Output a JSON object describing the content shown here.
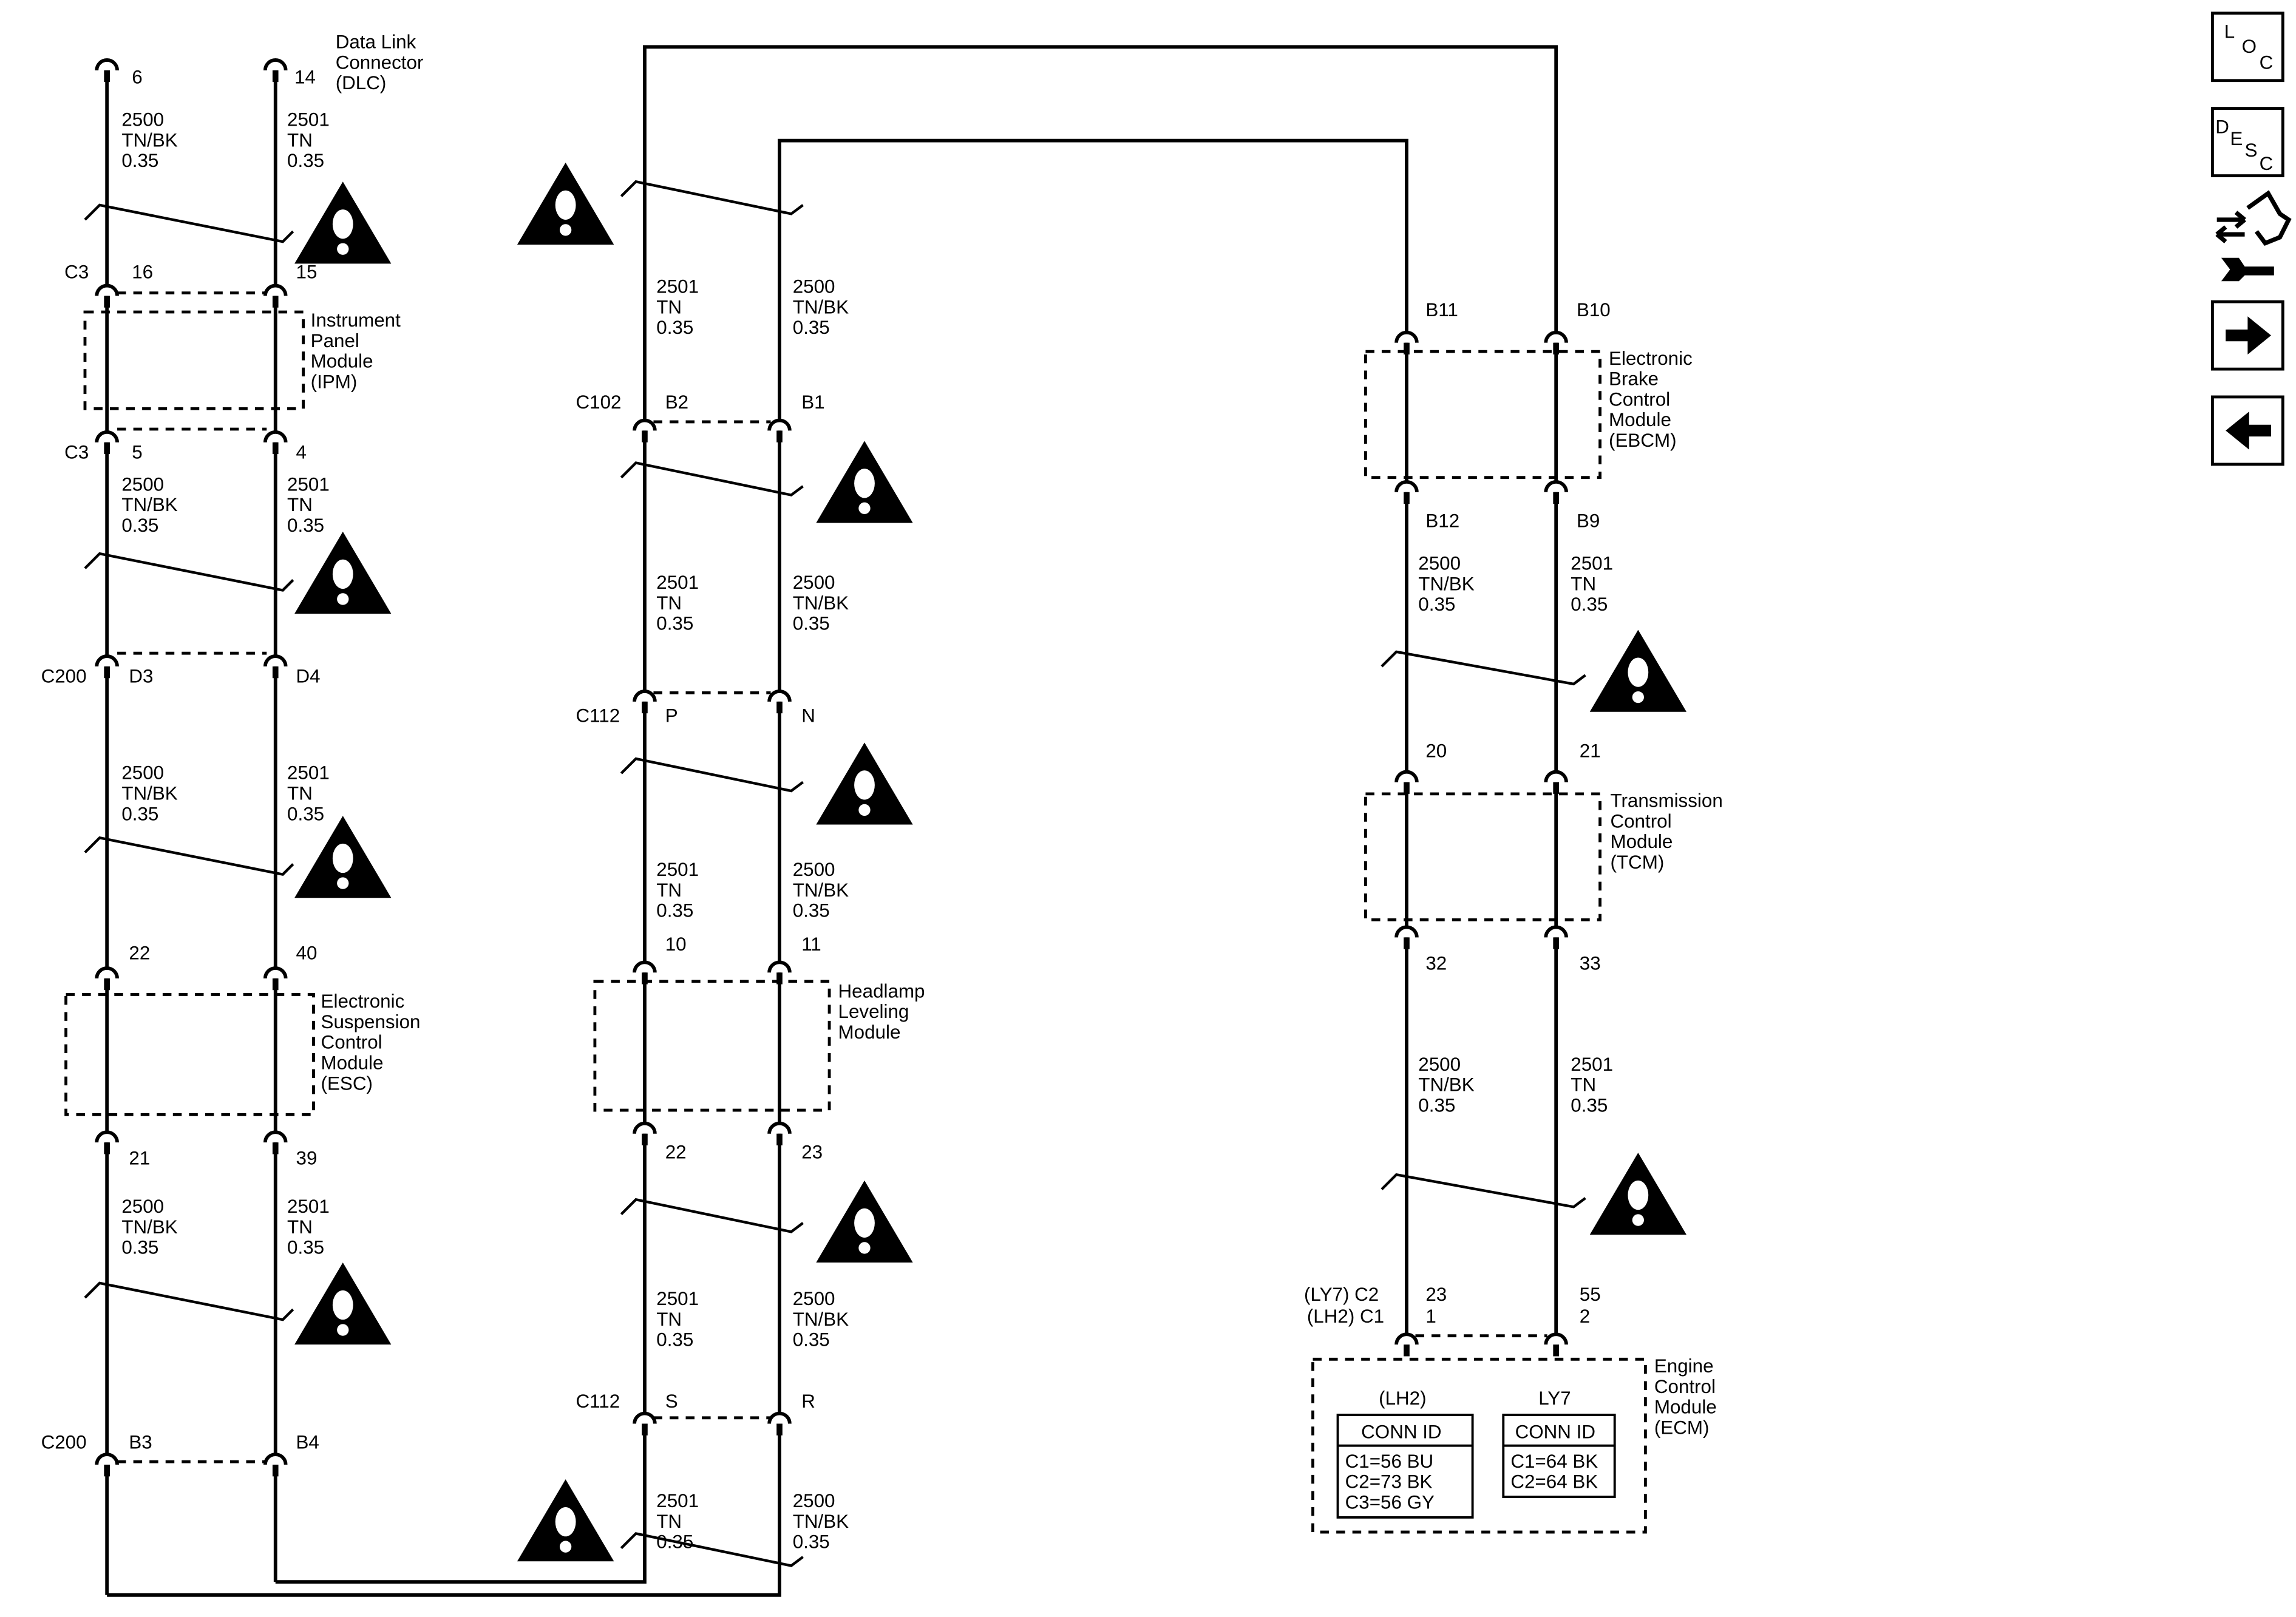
{
  "dlc": {
    "pin_a": "6",
    "pin_b": "14",
    "name": [
      "Data Link",
      "Connector",
      "(DLC)"
    ]
  },
  "wires": {
    "w2500": [
      "2500",
      "TN/BK",
      "0.35"
    ],
    "w2501": [
      "2501",
      "TN",
      "0.35"
    ]
  },
  "ipm": {
    "name": [
      "Instrument",
      "Panel",
      "Module",
      "(IPM)"
    ],
    "top_conn": "C3",
    "top_pin_a": "16",
    "top_pin_b": "15",
    "bot_conn": "C3",
    "bot_pin_a": "5",
    "bot_pin_b": "4"
  },
  "c200_top": {
    "conn": "C200",
    "pin_a": "D3",
    "pin_b": "D4"
  },
  "esc": {
    "name": [
      "Electronic",
      "Suspension",
      "Control",
      "Module",
      "(ESC)"
    ],
    "top_pin_a": "22",
    "top_pin_b": "40",
    "bot_pin_a": "21",
    "bot_pin_b": "39"
  },
  "c200_bot": {
    "conn": "C200",
    "pin_a": "B3",
    "pin_b": "B4"
  },
  "c102": {
    "conn": "C102",
    "pin_a": "B2",
    "pin_b": "B1"
  },
  "c112_top": {
    "conn": "C112",
    "pin_a": "P",
    "pin_b": "N"
  },
  "hlm": {
    "name": [
      "Headlamp",
      "Leveling",
      "Module"
    ],
    "top_pin_a": "10",
    "top_pin_b": "11",
    "bot_pin_a": "22",
    "bot_pin_b": "23"
  },
  "c112_bot": {
    "conn": "C112",
    "pin_a": "S",
    "pin_b": "R"
  },
  "ebcm": {
    "name": [
      "Electronic",
      "Brake",
      "Control",
      "Module",
      "(EBCM)"
    ],
    "top_pin_a": "B11",
    "top_pin_b": "B10",
    "bot_pin_a": "B12",
    "bot_pin_b": "B9"
  },
  "tcm": {
    "name": [
      "Transmission",
      "Control",
      "Module",
      "(TCM)"
    ],
    "top_pin_a": "20",
    "top_pin_b": "21",
    "bot_pin_a": "32",
    "bot_pin_b": "33"
  },
  "ecm": {
    "name": [
      "Engine",
      "Control",
      "Module",
      "(ECM)"
    ],
    "conn_line1": "(LY7) C2",
    "conn_line2": "(LH2) C1",
    "pin_a_line1": "23",
    "pin_a_line2": "1",
    "pin_b_line1": "55",
    "pin_b_line2": "2",
    "lh2_label": "(LH2)",
    "ly7_label": "LY7",
    "conn_id_title": "CONN ID",
    "lh2_ids": [
      "C1=56 BU",
      "C2=73 BK",
      "C3=56 GY"
    ],
    "ly7_ids": [
      "C1=64 BK",
      "C2=64 BK"
    ]
  },
  "nav": {
    "loc_letters": [
      "L",
      "O",
      "C"
    ],
    "desc_letters": [
      "D",
      "E",
      "S",
      "C"
    ]
  },
  "colors": {
    "ink": "#000000",
    "background": "#ffffff"
  }
}
